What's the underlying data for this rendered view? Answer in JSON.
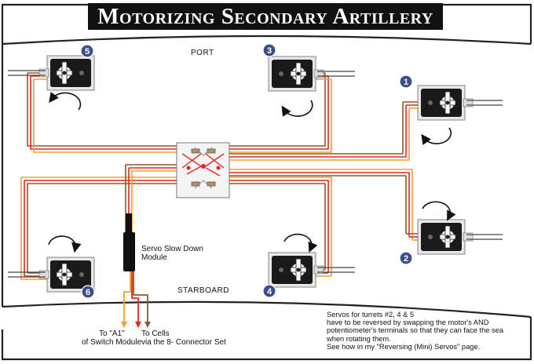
{
  "title": "Motorizing Secondary Artillery",
  "deck": {
    "port": "PORT",
    "starboard": "STARBOARD"
  },
  "turrets": [
    {
      "number": "1",
      "rotation": "counterclockwise"
    },
    {
      "number": "2",
      "rotation": "clockwise"
    },
    {
      "number": "3",
      "rotation": "counterclockwise"
    },
    {
      "number": "4",
      "rotation": "clockwise"
    },
    {
      "number": "5",
      "rotation": "counterclockwise"
    },
    {
      "number": "6",
      "rotation": "clockwise"
    }
  ],
  "slow_down_module": {
    "line1": "Servo Slow Down",
    "line2": "Module"
  },
  "outputs": {
    "switch": {
      "line1": "To \"A1\"",
      "line2": "of Switch Module"
    },
    "cells": {
      "line1": "To Cells",
      "line2": "via the 8- Connector Set"
    }
  },
  "note": [
    "Servos for turrets #2, 4 & 5",
    "have to be reversed by swapping the motor's AND",
    "potentiometer's terminals so that they can face the sea",
    "when rotating them.",
    "See how in my \"Reversing (Mini) Servos\" page."
  ],
  "colors": {
    "wire_brown": "#8B5A2B",
    "wire_red": "#E0281E",
    "wire_orange": "#F0A030",
    "hull": "#222222",
    "badge": "#3D4E8C",
    "servo": "#1A1A1A"
  }
}
